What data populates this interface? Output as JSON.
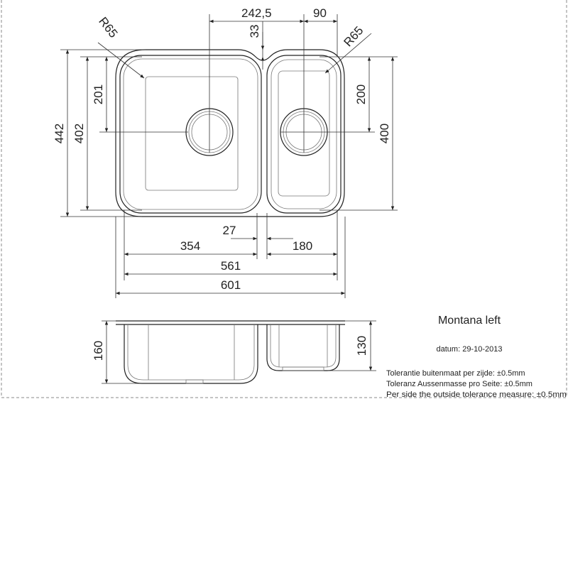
{
  "product": {
    "title": "Montana left",
    "date_label": "datum: 29-10-2013"
  },
  "tolerances": [
    "Tolerantie buitenmaat per zijde: ±0.5mm",
    "Toleranz Aussenmasse pro Seite: ±0.5mm",
    "Per side the outside tolerance measure: ±0.5mm"
  ],
  "dimensions": {
    "drain_offset": "242,5",
    "small_bowl_drain_offset": "90",
    "bowl_gap_top": "33",
    "radius_left": "R65",
    "radius_right": "R65",
    "left_half_depth": "201",
    "inner_depth_left": "402",
    "overall_depth": "442",
    "right_half_depth": "200",
    "inner_depth_right": "400",
    "bridge_width": "27",
    "left_bowl_width": "354",
    "right_bowl_width": "180",
    "inner_total_width": "561",
    "overall_width": "601",
    "left_bowl_height": "160",
    "right_bowl_height": "130"
  }
}
